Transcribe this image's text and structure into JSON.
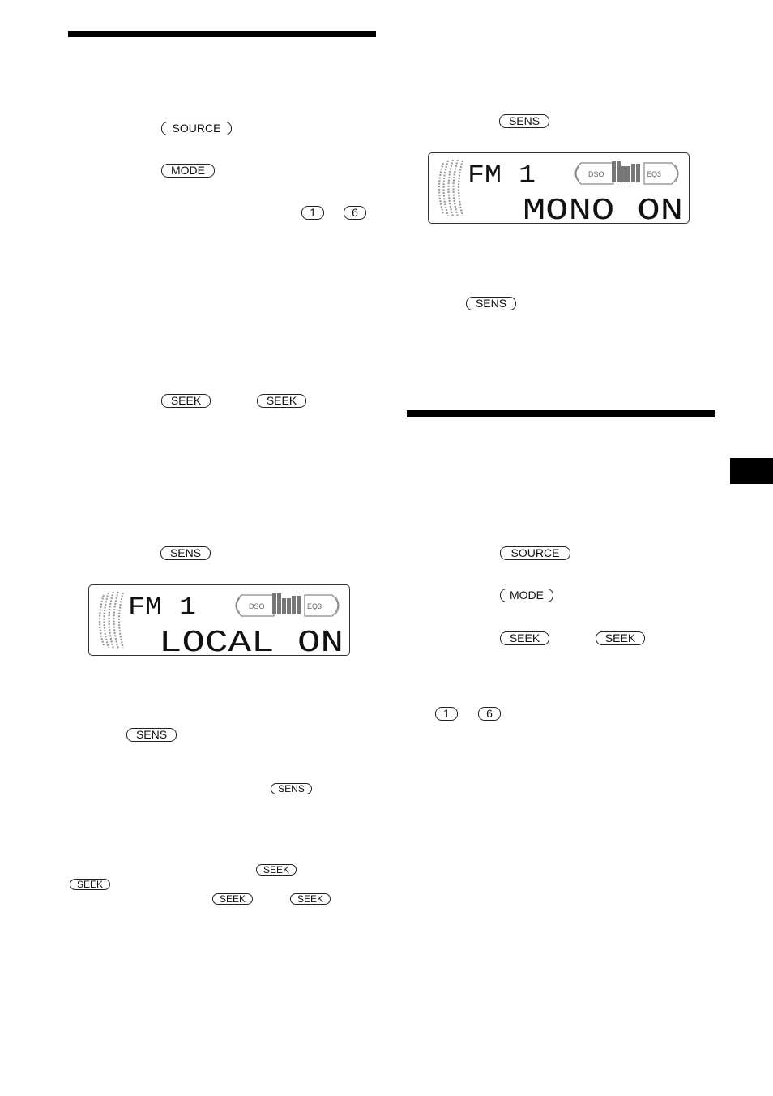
{
  "keys": {
    "source": "SOURCE",
    "mode": "MODE",
    "one": "1",
    "six": "6",
    "seek": "SEEK",
    "sens": "SENS"
  },
  "displays": {
    "mono": {
      "band": "FM 1",
      "message": "MONO ON",
      "indicator_left": "DSO",
      "indicator_right": "EQ3"
    },
    "local": {
      "band": "FM 1",
      "message": "LOCAL ON",
      "indicator_left": "DSO",
      "indicator_right": "EQ3"
    }
  }
}
